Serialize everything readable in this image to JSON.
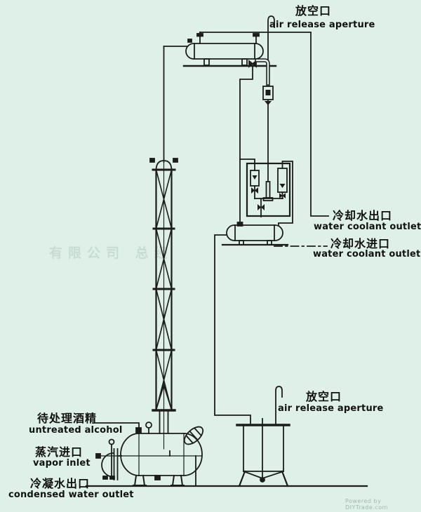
{
  "colors": {
    "background": "#def0e8",
    "line": "#1c1c1c",
    "footer_watermark": "#a3b8af"
  },
  "labels": {
    "top_air_release": {
      "zh": "放空口",
      "en": "air release aperture"
    },
    "coolant_outlet": {
      "zh": "冷却水出口",
      "en": "water coolant outlet"
    },
    "coolant_inlet": {
      "zh": "冷却水进口",
      "en": "water coolant outlet"
    },
    "bucket_air_release": {
      "zh": "放空口",
      "en": "air release aperture"
    },
    "untreated_alcohol": {
      "zh": "待处理酒精",
      "en": "untreated alcohol"
    },
    "vapor_inlet": {
      "zh": "蒸汽进口",
      "en": "vapor inlet"
    },
    "condensed_water_outlet": {
      "zh": "冷凝水出口",
      "en": "condensed water outlet"
    }
  },
  "watermarks": {
    "center": "有限公司 总经",
    "footer": "Powered by DIYTrade.com"
  }
}
